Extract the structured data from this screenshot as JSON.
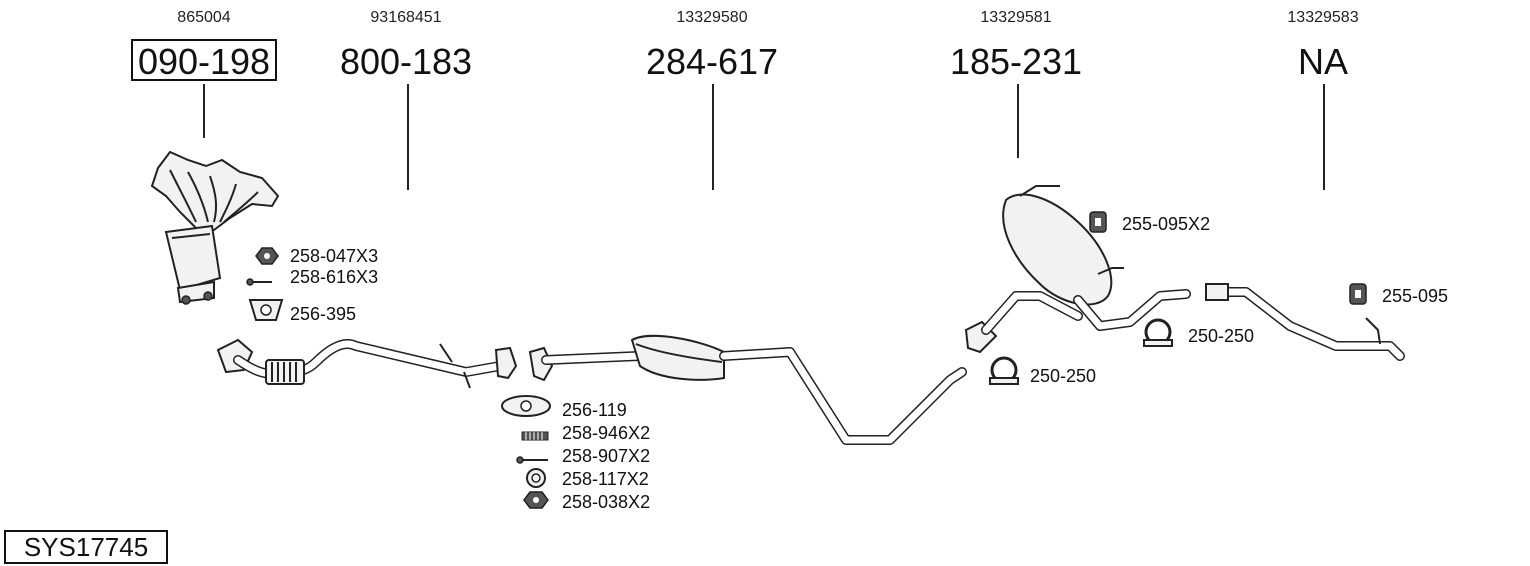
{
  "columns": [
    {
      "oe": "865004",
      "part": "090-198"
    },
    {
      "oe": "93168451",
      "part": "800-183"
    },
    {
      "oe": "13329580",
      "part": "284-617"
    },
    {
      "oe": "13329581",
      "part": "185-231"
    },
    {
      "oe": "13329583",
      "part": "NA"
    }
  ],
  "accessories": {
    "nut_a": "258-047X3",
    "bolt_a": "258-616X3",
    "gasket_a": "256-395",
    "gasket_b": "256-119",
    "spring": "258-946X2",
    "bolt_b": "258-907X2",
    "washer": "258-117X2",
    "nut_b": "258-038X2",
    "clamp_a": "250-250",
    "clamp_b": "250-250",
    "hanger_a": "255-095X2",
    "hanger_b": "255-095"
  },
  "system_id": "SYS17745"
}
